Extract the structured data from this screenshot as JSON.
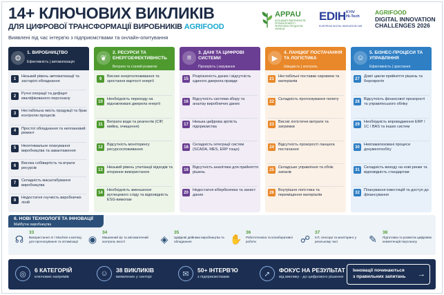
{
  "header": {
    "title": "14+ КЛЮЧОВИХ ВИКЛИКІВ",
    "subtitle_main": "ДЛЯ ЦИФРОВОЇ ТРАНСФОРМАЦІЇ ВИРОБНИКІВ",
    "subtitle_accent": "AGRIFOOD",
    "tagline": "Виявлені під час інтерв'ю з підприємствами та онлайн-опитування"
  },
  "logos": {
    "appau": {
      "name": "APPAU",
      "desc": "АСОЦІАЦІЯ ПІДПРИЄМСТВ ПРОМИСЛОВОСТІ ПЕРЕРОБКИ ПРОДУКТІВ УКРАЇНИ"
    },
    "edih": {
      "name": "EDIH",
      "city": "KYIV",
      "sub": "Hi-Tech",
      "hub": "EUROPEAN DIGITAL INNOVATION HUB"
    },
    "challenges": {
      "line1": "AGRIFOOD",
      "line2": "DIGITAL INNOVATION",
      "line3": "CHALLENGES 2026"
    }
  },
  "colors": {
    "navy": "#1c2b45",
    "green": "#4e9a2f",
    "violet": "#6a3e92",
    "orange": "#e8882a",
    "blue": "#2f7fc4",
    "accent": "#17a7cf"
  },
  "columns": [
    {
      "title": "1. ВИРОБНИЦТВО",
      "sub": "Ефективність | автоматизація",
      "icon": "factory-gear-icon",
      "glyph": "⚙",
      "head_color": "#1c2b45",
      "body_color": "#eef0f4",
      "num_color": "#1c2b45",
      "items": [
        {
          "n": "1",
          "text": "Низький рівень автоматизації та застарілі обладнання"
        },
        {
          "n": "2",
          "text": "Ручні операції та дефіцит кваліфікованого персоналу"
        },
        {
          "n": "3",
          "text": "Нестабільна якість продукції та брак контролю процесів"
        },
        {
          "n": "4",
          "text": "Простої обладнання та неплановий ремонт"
        },
        {
          "n": "5",
          "text": "Неоптимальне планування виробництва та завантаження"
        },
        {
          "n": "6",
          "text": "Висока собівартість та втрати ресурсів"
        },
        {
          "n": "7",
          "text": "Складність масштабування виробництва"
        },
        {
          "n": "8",
          "text": "Недостатня гнучкість виробничих ліній"
        }
      ]
    },
    {
      "title": "2. РЕСУРСИ ТА ЕНЕРГОЕФЕКТИВНІСТЬ",
      "sub": "Витрати та сталий розвиток",
      "icon": "leaf-icon",
      "glyph": "❦",
      "head_color": "#4e9a2f",
      "body_color": "#edf4e8",
      "num_color": "#4e9a2f",
      "items": [
        {
          "n": "9",
          "text": "Високе енергоспоживання та зростання вартості енергії"
        },
        {
          "n": "10",
          "text": "Необхідність переходу на відновлювані джерела енергії"
        },
        {
          "n": "11",
          "text": "Витрати води та реагентів (CIP, мийка, очищення)"
        },
        {
          "n": "12",
          "text": "Відсутність моніторингу ресурсоспоживання"
        },
        {
          "n": "13",
          "text": "Низький рівень утилізації відходів та вторинне використання"
        },
        {
          "n": "14",
          "text": "Необхідність зменшення вуглецевого сліду та відповідність ESG-вимогам"
        }
      ]
    },
    {
      "title": "3. ДАНІ ТА ЦИФРОВІ СИСТЕМИ",
      "sub": "Прозорість | керування",
      "icon": "database-icon",
      "glyph": "≡",
      "head_color": "#6a3e92",
      "body_color": "#f1ecf5",
      "num_color": "#6a3e92",
      "items": [
        {
          "n": "15",
          "text": "Розрізненість даних і відсутність єдиного джерела правди"
        },
        {
          "n": "16",
          "text": "Відсутність системи збору та аналізу виробничих даних"
        },
        {
          "n": "17",
          "text": "Низька цифрова зрілість підприємства"
        },
        {
          "n": "18",
          "text": "Складність інтеграції систем (SCADA, MES, ERP тощо)"
        },
        {
          "n": "19",
          "text": "Відсутність аналітики для прийняття рішень"
        },
        {
          "n": "20",
          "text": "Недостатня кібербезпека та захист даних"
        }
      ]
    },
    {
      "title": "4. ЛАНЦЮГ ПОСТАЧАННЯ ТА ЛОГІСТИКА",
      "sub": "Швидкість | контроль",
      "icon": "truck-icon",
      "glyph": "▶",
      "head_color": "#e8882a",
      "body_color": "#fcf1e6",
      "num_color": "#e8882a",
      "items": [
        {
          "n": "21",
          "text": "Нестабільні поставки сировини та матеріалів"
        },
        {
          "n": "22",
          "text": "Складність прогнозування попиту"
        },
        {
          "n": "23",
          "text": "Високі логістичні витрати та затримки"
        },
        {
          "n": "24",
          "text": "Відсутність прозорості ланцюга постачання"
        },
        {
          "n": "25",
          "text": "Складське управління та облік запасів"
        },
        {
          "n": "26",
          "text": "Внутрішня логістика та переміщення матеріалів"
        }
      ]
    },
    {
      "title": "5. БІЗНЕС-ПРОЦЕСИ ТА УПРАВЛІННЯ",
      "sub": "Ефективність | зростання",
      "icon": "people-icon",
      "glyph": "☺",
      "head_color": "#2f7fc4",
      "body_color": "#e8f1fa",
      "num_color": "#2f7fc4",
      "items": [
        {
          "n": "27",
          "text": "Довгі цикли прийняття рішень та бюрократія"
        },
        {
          "n": "28",
          "text": "Відсутність фінансової прозорості та управлінського обліку"
        },
        {
          "n": "29",
          "text": "Необхідність впровадження ERP / 1С / BAS та інших систем"
        },
        {
          "n": "30",
          "text": "Невтаматизовані процеси документообігу"
        },
        {
          "n": "31",
          "text": "Складність виходу на нові ринки та відповідність стандартам"
        },
        {
          "n": "32",
          "text": "Планування інвестицій та доступ до фінансування"
        }
      ]
    }
  ],
  "section6": {
    "title": "6. НОВІ ТЕХНОЛОГІЇ ТА ІННОВАЦІЇ",
    "sub": "Майбутнє виробництва",
    "items": [
      {
        "n": "33",
        "glyph": "☊",
        "icon": "ai-brain-icon",
        "text": "Використання AI / Machine Learning для прогнозування та оптимізації"
      },
      {
        "n": "34",
        "glyph": "◉",
        "icon": "vision-eye-icon",
        "text": "Машинний зір та автоматичний контроль якості"
      },
      {
        "n": "35",
        "glyph": "◈",
        "icon": "digital-twin-cube-icon",
        "text": "Цифрові двійники виробництва та обладнання"
      },
      {
        "n": "36",
        "glyph": "✋",
        "icon": "robot-arm-icon",
        "text": "Робототехніка та колаборативні роботи"
      },
      {
        "n": "37",
        "glyph": "☍",
        "icon": "iot-sensor-icon",
        "text": "IoT, сенсори та моніторинг у реальному часі"
      },
      {
        "n": "38",
        "glyph": "✎",
        "icon": "training-icon",
        "text": "Підготовка та розвиток цифрових компетенцій персоналу"
      }
    ]
  },
  "footer": {
    "stats": [
      {
        "value": "6 КАТЕГОРІЙ",
        "label": "ключових напрямів",
        "icon": "target-icon",
        "glyph": "◎"
      },
      {
        "value": "38 ВИКЛИКІВ",
        "label": "виявлених у секторі",
        "icon": "people-group-icon",
        "glyph": "☺"
      },
      {
        "value": "50+ ІНТЕРВ'Ю",
        "label": "з підприємствами",
        "icon": "chat-bubbles-icon",
        "glyph": "✉"
      },
      {
        "value": "ФОКУС НА РЕЗУЛЬТАТ",
        "label": "від виклику - до цифрового рішення",
        "icon": "rocket-icon",
        "glyph": "➚"
      }
    ],
    "cta_line1": "Інновації починаються",
    "cta_line2": "з правильних запитань",
    "cta_arrow": "→"
  }
}
